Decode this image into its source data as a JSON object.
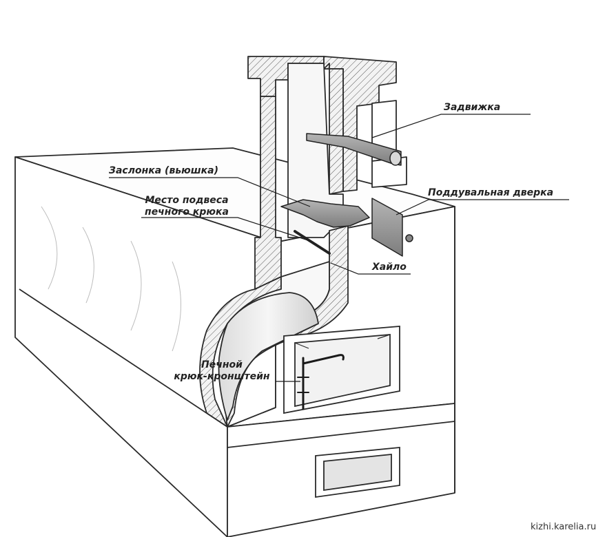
{
  "diagram": {
    "labels": {
      "zadvizhka": "Задвижка",
      "zaslonka": "Заслонка (вьюшка)",
      "podves_line1": "Место подвеса",
      "podves_line2": "печного крюка",
      "podduval": "Поддувальная дверка",
      "khailo": "Хайло",
      "kryuk_line1": "Печной",
      "kryuk_line2": "крюк-кронштейн"
    },
    "credit": "kizhi.karelia.ru"
  }
}
